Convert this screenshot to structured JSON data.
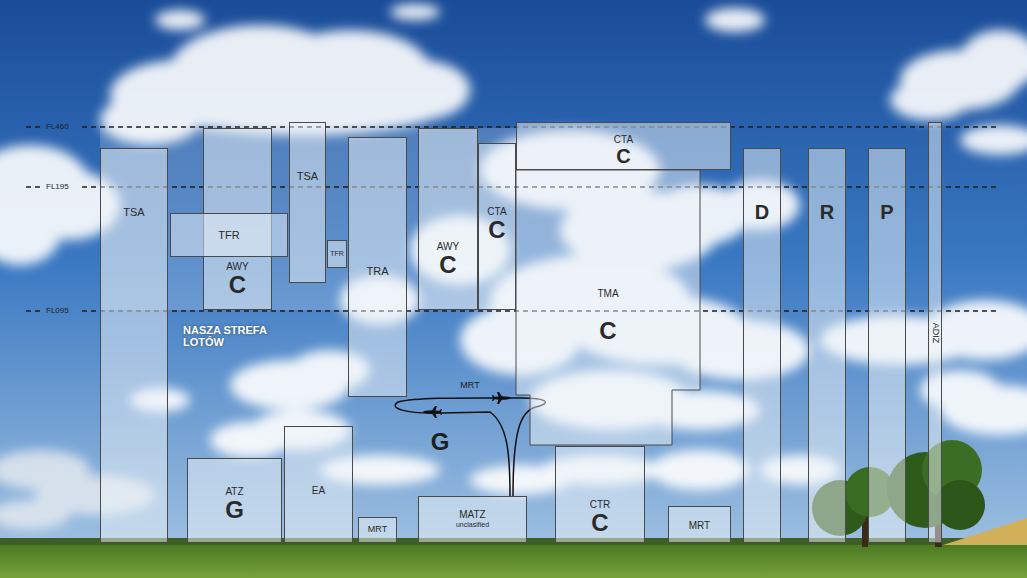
{
  "diagram": {
    "nodes": [
      {
        "text": [
          "TSA"
        ]
      },
      {
        "text": [
          "AWY",
          "C"
        ]
      },
      {
        "text": [
          "TFR"
        ]
      },
      {
        "text": [
          "TSA"
        ]
      },
      {
        "text": [
          "TFR"
        ]
      },
      {
        "text": [
          "TRA"
        ]
      },
      {
        "text": [
          "AWY",
          "C"
        ]
      },
      {
        "text": [
          "CTA",
          "C"
        ]
      },
      {
        "text": [
          "CTA",
          "C"
        ]
      },
      {
        "text": [
          "TMA",
          "C"
        ]
      },
      {
        "text": [
          "D"
        ]
      },
      {
        "text": [
          "R"
        ]
      },
      {
        "text": [
          "P"
        ]
      },
      {
        "text": [
          "ADIZ"
        ]
      },
      {
        "text": [
          "ATZ",
          "G"
        ]
      },
      {
        "text": [
          "EA"
        ]
      },
      {
        "text": [
          "MRT"
        ]
      },
      {
        "text": [
          "MATZ",
          "unclasified"
        ]
      },
      {
        "text": [
          "CTR",
          "C"
        ]
      },
      {
        "text": [
          "MRT"
        ]
      }
    ],
    "labels": [
      "FL460",
      "FL195",
      "FL095",
      "NASZA STREFA LOTÓW",
      "MRT",
      "G"
    ]
  }
}
